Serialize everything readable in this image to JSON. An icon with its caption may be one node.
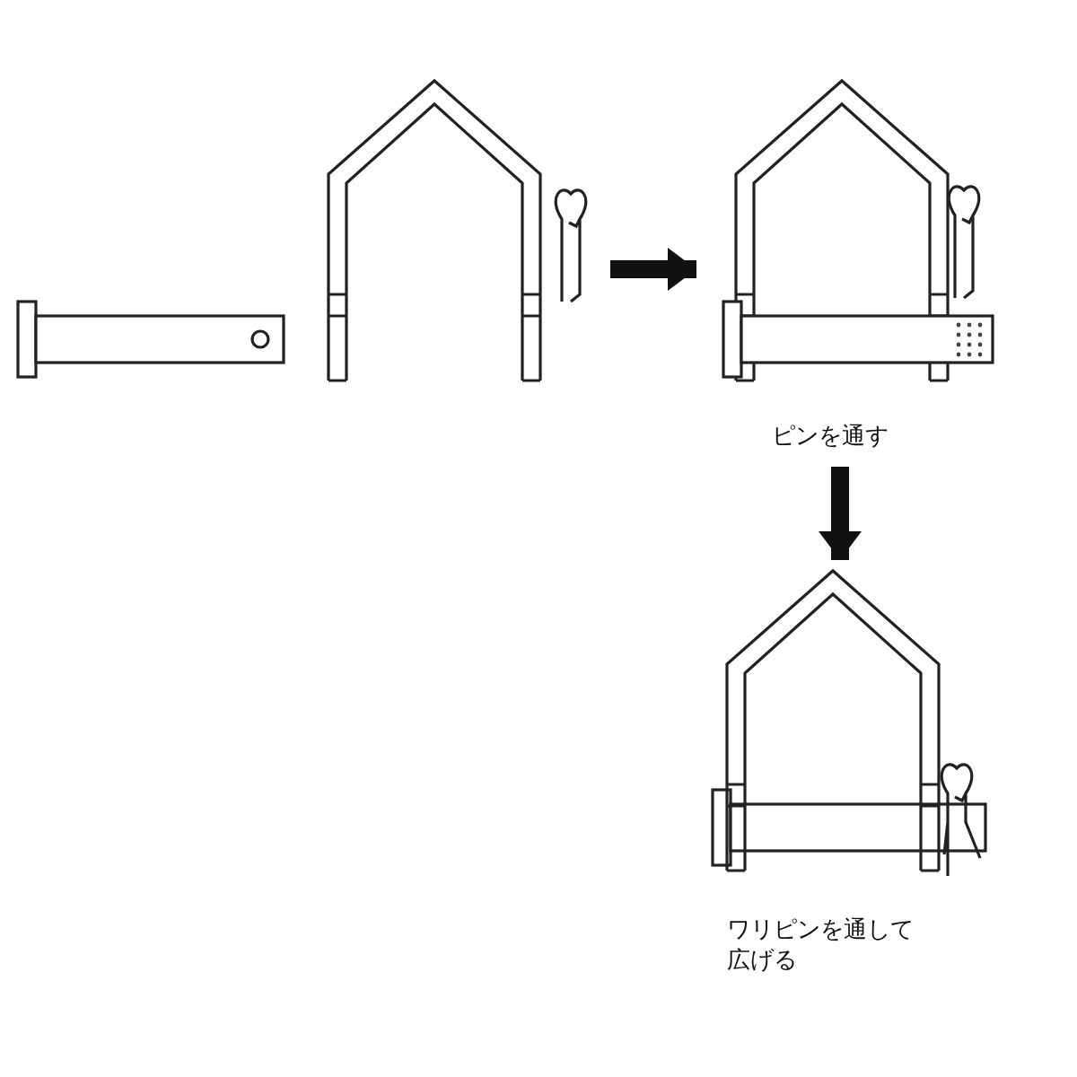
{
  "diagram": {
    "nodes": [
      {
        "text": [],
        "shape": "picture"
      },
      {
        "text": [],
        "shape": "picture",
        "beside": [
          "ピンを通す"
        ]
      },
      {
        "text": [],
        "shape": "picture",
        "beside": [
          "ワリピンを通して広げる"
        ]
      }
    ],
    "edges": [
      {
        "from": 0,
        "to": 1,
        "arrow": "to"
      },
      {
        "from": 1,
        "to": 2,
        "arrow": "to"
      }
    ]
  }
}
